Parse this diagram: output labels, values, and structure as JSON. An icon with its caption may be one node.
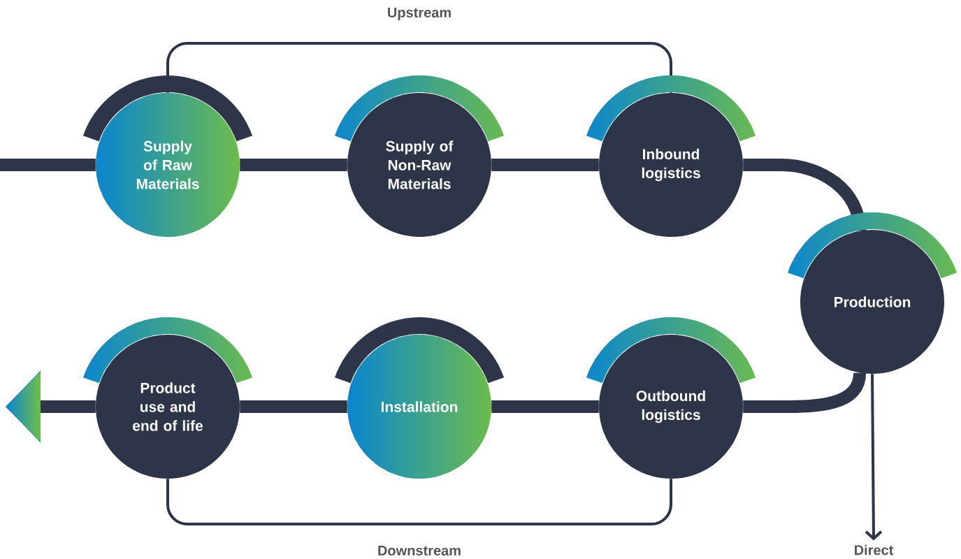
{
  "diagram": {
    "nodes": [
      {
        "text": [
          "Supply of Raw Materials"
        ]
      },
      {
        "text": [
          "Supply of Non-Raw Materials"
        ]
      },
      {
        "text": [
          "Inbound logistics"
        ]
      },
      {
        "text": [
          "Production"
        ]
      },
      {
        "text": [
          "Outbound logistics"
        ]
      },
      {
        "text": [
          "Installation"
        ]
      },
      {
        "text": [
          "Product use and end of life"
        ]
      },
      {
        "text": [
          "Direct"
        ]
      }
    ],
    "edges": [
      {
        "from": null,
        "to": 0,
        "arrow": "none"
      },
      {
        "from": 0,
        "to": 1,
        "arrow": "none"
      },
      {
        "from": 1,
        "to": 2,
        "arrow": "none"
      },
      {
        "from": 2,
        "to": 3,
        "arrow": "none"
      },
      {
        "from": 3,
        "to": 4,
        "arrow": "none"
      },
      {
        "from": 4,
        "to": 5,
        "arrow": "none"
      },
      {
        "from": 5,
        "to": 6,
        "arrow": "none"
      },
      {
        "from": 6,
        "to": null,
        "arrow": "to"
      },
      {
        "from": 0,
        "to": 2,
        "arrow": "none",
        "label": "Upstream"
      },
      {
        "from": 6,
        "to": 4,
        "arrow": "none",
        "label": "Downstream"
      },
      {
        "from": 3,
        "to": 7,
        "arrow": "to"
      }
    ]
  }
}
